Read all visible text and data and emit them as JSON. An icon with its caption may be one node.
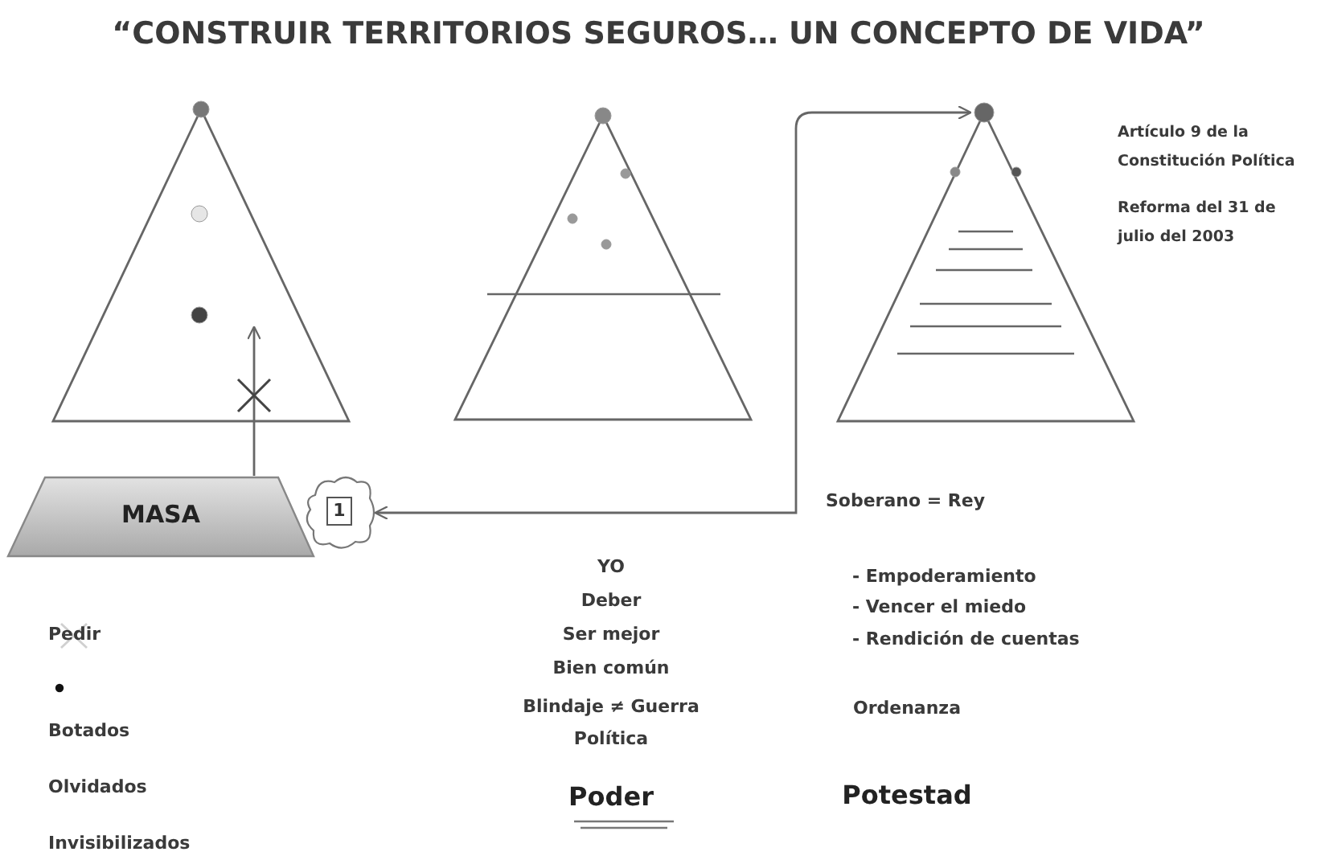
{
  "diagram": {
    "title": "“CONSTRUIR TERRITORIOS SEGUROS… UN CONCEPTO DE VIDA”",
    "nodes": [
      {
        "text": [],
        "shape": "triangle"
      },
      {
        "text": [],
        "shape": "triangle"
      },
      {
        "text": [],
        "shape": "triangle",
        "beside": [
          "Artículo 9 de la Constitución Política",
          "Reforma del 31 de julio del 2003"
        ]
      },
      {
        "text": [
          "MASA"
        ]
      },
      {
        "text": [
          "1"
        ]
      }
    ],
    "edges": [
      {
        "from": 3,
        "to": 0,
        "arrow": "to"
      },
      {
        "from": 4,
        "to": 2,
        "arrow": "both"
      }
    ],
    "labels": [
      "Pedir",
      "Botados",
      "Olvidados",
      "Invisibilizados",
      "YO",
      "Deber",
      "Ser mejor",
      "Bien común",
      "Blindaje ≠ Guerra",
      "Política",
      "Poder",
      "Soberano = Rey",
      "- Empoderamiento",
      "- Vencer el miedo",
      "- Rendición de cuentas",
      "Ordenanza",
      "Potestad"
    ]
  }
}
